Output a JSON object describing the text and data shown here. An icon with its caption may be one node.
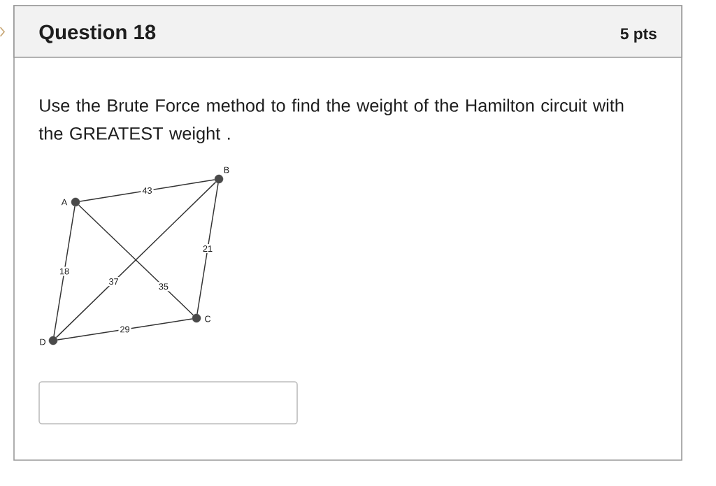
{
  "diagram": {
    "title": "Question 18",
    "nodes": [
      {
        "text": [],
        "shape": "circle",
        "beside": [
          "A"
        ]
      },
      {
        "text": [],
        "shape": "circle",
        "beside": [
          "B"
        ]
      },
      {
        "text": [],
        "shape": "circle",
        "beside": [
          "C"
        ]
      },
      {
        "text": [],
        "shape": "circle",
        "beside": [
          "D"
        ]
      }
    ],
    "edges": [
      {
        "from": 0,
        "to": 1,
        "arrow": "none",
        "label": "43"
      },
      {
        "from": 1,
        "to": 2,
        "arrow": "none",
        "label": "21"
      },
      {
        "from": 0,
        "to": 3,
        "arrow": "none",
        "label": "18"
      },
      {
        "from": 3,
        "to": 1,
        "arrow": "none",
        "label": "37"
      },
      {
        "from": 0,
        "to": 2,
        "arrow": "none",
        "label": "35"
      },
      {
        "from": 3,
        "to": 2,
        "arrow": "none",
        "label": "29"
      }
    ],
    "labels": [
      "5 pts",
      "Use the Brute Force method to find the weight of the Hamilton circuit with the GREATEST weight ."
    ]
  }
}
